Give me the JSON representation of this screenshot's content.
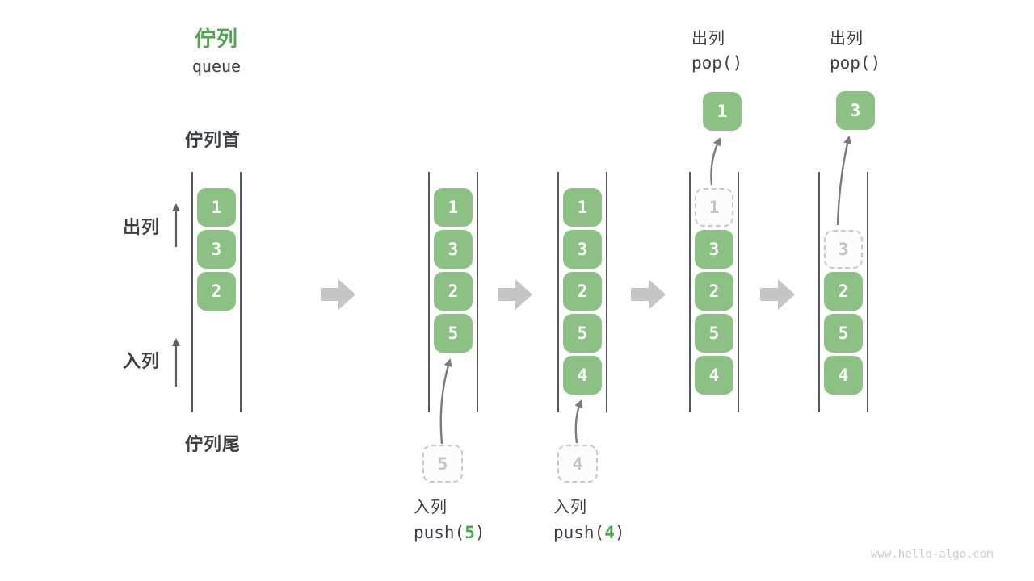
{
  "header": {
    "title_zh": "佇列",
    "title_en": "queue"
  },
  "side_labels": {
    "front": "佇列首",
    "rear": "佇列尾",
    "dequeue": "出列",
    "enqueue": "入列"
  },
  "watermark": "www.hello-algo.com",
  "colors": {
    "accent_green": "#4DA850",
    "box_green": "#8CC084",
    "dark_text": "#3B3F46",
    "block_arrow_gray": "#C5C5C5",
    "dashed_border": "#C9C9C9",
    "curve_arrow": "#7A7A7A"
  },
  "columns": [
    {
      "cells": [
        {
          "value": "1",
          "style": "solid"
        },
        {
          "value": "3",
          "style": "solid"
        },
        {
          "value": "2",
          "style": "solid"
        }
      ]
    },
    {
      "cells": [
        {
          "value": "1",
          "style": "solid"
        },
        {
          "value": "3",
          "style": "solid"
        },
        {
          "value": "2",
          "style": "solid"
        },
        {
          "value": "5",
          "style": "solid"
        }
      ],
      "staging": {
        "value": "5"
      },
      "op": {
        "action": "入列",
        "code_prefix": "push(",
        "code_arg": "5",
        "code_suffix": ")"
      }
    },
    {
      "cells": [
        {
          "value": "1",
          "style": "solid"
        },
        {
          "value": "3",
          "style": "solid"
        },
        {
          "value": "2",
          "style": "solid"
        },
        {
          "value": "5",
          "style": "solid"
        },
        {
          "value": "4",
          "style": "solid"
        }
      ],
      "staging": {
        "value": "4"
      },
      "op": {
        "action": "入列",
        "code_prefix": "push(",
        "code_arg": "4",
        "code_suffix": ")"
      }
    },
    {
      "cells": [
        {
          "value": "1",
          "style": "dashed"
        },
        {
          "value": "3",
          "style": "solid"
        },
        {
          "value": "2",
          "style": "solid"
        },
        {
          "value": "5",
          "style": "solid"
        },
        {
          "value": "4",
          "style": "solid"
        }
      ],
      "popped": {
        "value": "1"
      },
      "op": {
        "action": "出列",
        "code": "pop()"
      }
    },
    {
      "cells": [
        {
          "style": "none"
        },
        {
          "value": "3",
          "style": "dashed"
        },
        {
          "value": "2",
          "style": "solid"
        },
        {
          "value": "5",
          "style": "solid"
        },
        {
          "value": "4",
          "style": "solid"
        }
      ],
      "popped": {
        "value": "3"
      },
      "op": {
        "action": "出列",
        "code": "pop()"
      }
    }
  ]
}
